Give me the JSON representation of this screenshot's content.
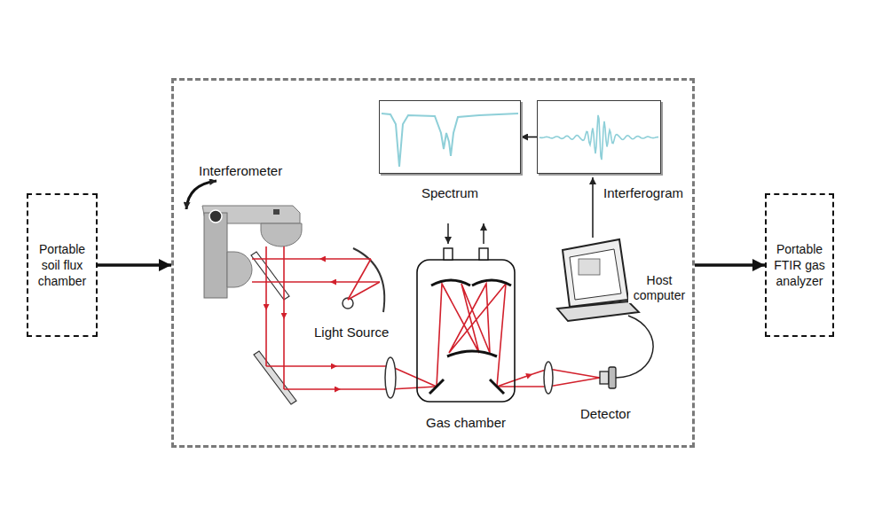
{
  "diagram": {
    "nodes": [
      {
        "text": [
          "Portable soil flux chamber"
        ]
      },
      {
        "text": []
      },
      {
        "text": [
          "Spectrum"
        ],
        "in": 1
      },
      {
        "text": [
          "Interferogram"
        ],
        "in": 1
      },
      {
        "text": [
          "Portable FTIR gas analyzer"
        ]
      }
    ],
    "edges": [
      {
        "from": 0,
        "to": 1,
        "arrow": "to"
      },
      {
        "from": 1,
        "to": 4,
        "arrow": "to"
      },
      {
        "from": 3,
        "to": 2,
        "arrow": "to"
      }
    ],
    "labels": [
      "Interferometer",
      "Light Source",
      "Gas chamber",
      "Detector",
      "Host computer"
    ]
  }
}
